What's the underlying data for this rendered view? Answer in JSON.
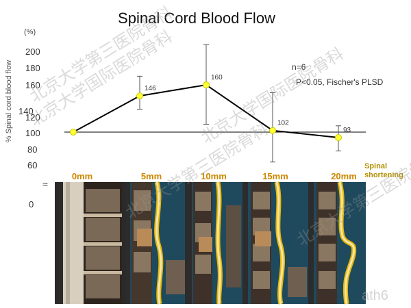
{
  "chart_data": {
    "type": "line",
    "title": "Spinal Cord Blood Flow",
    "ylabel": "% Spinal cord blood flow",
    "yunit": "(%)",
    "yticks": [
      "200",
      "180",
      "160",
      "140",
      "120",
      "100",
      "80",
      "60"
    ],
    "ytick_extra": "0",
    "categories": [
      "0mm",
      "5mm",
      "10mm",
      "15mm",
      "20mm"
    ],
    "xlabel": "Spinal shortening",
    "values": [
      100,
      146,
      160,
      102,
      93
    ],
    "data_labels": [
      "",
      "146",
      "160",
      "102",
      "93"
    ],
    "error_upper": [
      100,
      171,
      211,
      150,
      108
    ],
    "error_lower": [
      100,
      129,
      110,
      62,
      76
    ],
    "ylim": [
      60,
      210
    ],
    "reference_line": 100,
    "annotations": [
      "n=6",
      "P<0.05, Fischer's PLSD"
    ],
    "marker_color": "#ffff33",
    "line_color": "#000000",
    "grid": false
  },
  "watermarks": [
    "北京大学第三医院骨科",
    "北京大学国际医院骨科"
  ],
  "corner_watermark": "ath6"
}
